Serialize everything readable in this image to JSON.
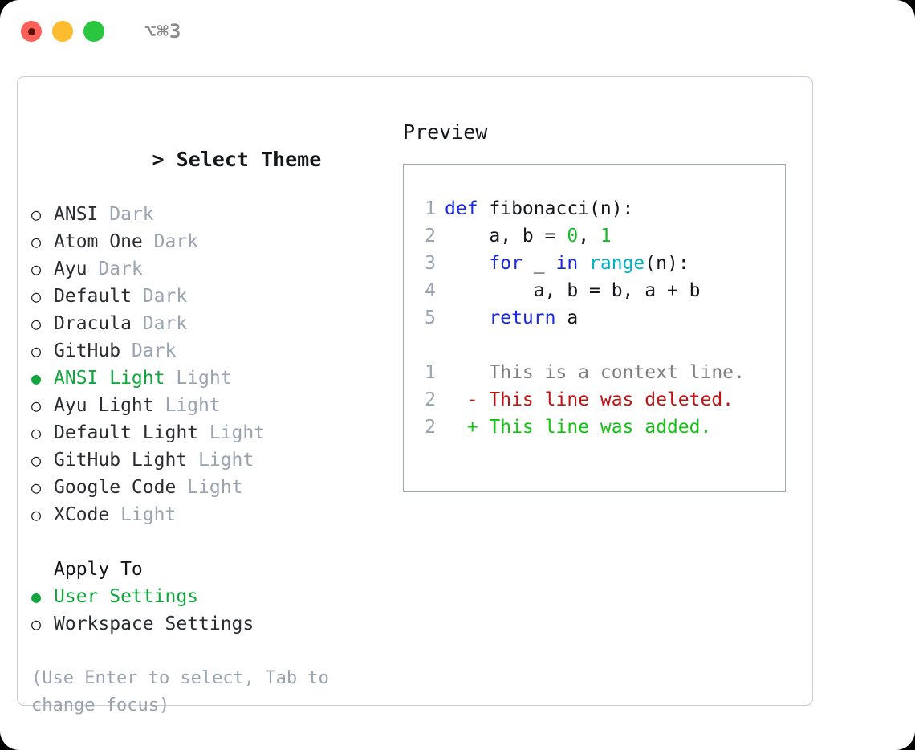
{
  "titlebar": {
    "shortcut": "⌥⌘3",
    "buttons": [
      {
        "name": "close",
        "color": "#fd6058"
      },
      {
        "name": "minimize",
        "color": "#fdbc2f"
      },
      {
        "name": "maximize",
        "color": "#28c73f"
      }
    ]
  },
  "theme_panel": {
    "caret": ">",
    "title": "Select Theme",
    "marker_selected": "●",
    "marker_unselected": "○",
    "items": [
      {
        "label": "ANSI",
        "variant": "Dark",
        "selected": false
      },
      {
        "label": "Atom One",
        "variant": "Dark",
        "selected": false
      },
      {
        "label": "Ayu",
        "variant": "Dark",
        "selected": false
      },
      {
        "label": "Default",
        "variant": "Dark",
        "selected": false
      },
      {
        "label": "Dracula",
        "variant": "Dark",
        "selected": false
      },
      {
        "label": "GitHub",
        "variant": "Dark",
        "selected": false
      },
      {
        "label": "ANSI Light",
        "variant": "Light",
        "selected": true
      },
      {
        "label": "Ayu Light",
        "variant": "Light",
        "selected": false
      },
      {
        "label": "Default Light",
        "variant": "Light",
        "selected": false
      },
      {
        "label": "GitHub Light",
        "variant": "Light",
        "selected": false
      },
      {
        "label": "Google Code",
        "variant": "Light",
        "selected": false
      },
      {
        "label": "XCode",
        "variant": "Light",
        "selected": false
      }
    ]
  },
  "apply_to": {
    "heading": "Apply To",
    "options": [
      {
        "label": "User Settings",
        "selected": true
      },
      {
        "label": "Workspace Settings",
        "selected": false
      }
    ]
  },
  "hint": "(Use Enter to select, Tab to change focus)",
  "preview": {
    "title": "Preview",
    "code": [
      {
        "lineno": "1",
        "segments": [
          {
            "text": "def ",
            "kind": "kw"
          },
          {
            "text": "fibonacci(n):",
            "kind": "plain"
          }
        ]
      },
      {
        "lineno": "2",
        "segments": [
          {
            "text": "    a, b = ",
            "kind": "plain"
          },
          {
            "text": "0",
            "kind": "num"
          },
          {
            "text": ", ",
            "kind": "plain"
          },
          {
            "text": "1",
            "kind": "num"
          }
        ]
      },
      {
        "lineno": "3",
        "segments": [
          {
            "text": "    ",
            "kind": "plain"
          },
          {
            "text": "for",
            "kind": "kw"
          },
          {
            "text": " _ ",
            "kind": "plain"
          },
          {
            "text": "in",
            "kind": "kw"
          },
          {
            "text": " ",
            "kind": "plain"
          },
          {
            "text": "range",
            "kind": "fn"
          },
          {
            "text": "(n):",
            "kind": "plain"
          }
        ]
      },
      {
        "lineno": "4",
        "segments": [
          {
            "text": "        a, b = b, a + b",
            "kind": "plain"
          }
        ]
      },
      {
        "lineno": "5",
        "segments": [
          {
            "text": "    ",
            "kind": "plain"
          },
          {
            "text": "return",
            "kind": "kw"
          },
          {
            "text": " a",
            "kind": "plain"
          }
        ]
      }
    ],
    "diff": [
      {
        "lineno": "1",
        "marker": " ",
        "text": "This is a context line.",
        "kind": "ctx"
      },
      {
        "lineno": "2",
        "marker": "-",
        "text": "This line was deleted.",
        "kind": "del"
      },
      {
        "lineno": "2",
        "marker": "+",
        "text": "This line was added.",
        "kind": "add"
      }
    ]
  },
  "colors": {
    "accent_green": "#11a53d",
    "muted": "#9aa3b0",
    "keyword": "#1a28e8",
    "function": "#00b3c4",
    "number": "#17b92b",
    "diff_deleted": "#c01212",
    "diff_added": "#12c412",
    "card_border": "#c9ced6",
    "preview_border": "#9fa9b8"
  }
}
